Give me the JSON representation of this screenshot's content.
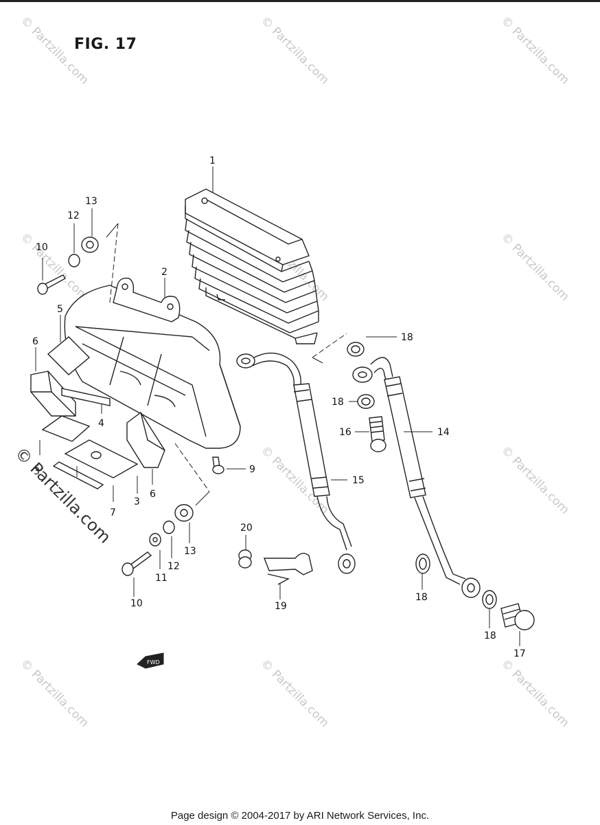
{
  "figure": {
    "title": "FIG. 17"
  },
  "watermarks": {
    "text": "© Partzilla.com",
    "side_text": "© Partzilla.com"
  },
  "fwd_label": "FWD",
  "callouts": {
    "c1": "1",
    "c2": "2",
    "c3a": "3",
    "c3b": "3",
    "c4": "4",
    "c5": "5",
    "c6a": "6",
    "c6b": "6",
    "c7": "7",
    "c9": "9",
    "c10a": "10",
    "c10b": "10",
    "c11": "11",
    "c12a": "12",
    "c12b": "12",
    "c13a": "13",
    "c13b": "13",
    "c14": "14",
    "c15": "15",
    "c16": "16",
    "c17": "17",
    "c18a": "18",
    "c18b": "18",
    "c18c": "18",
    "c18d": "18",
    "c19": "19",
    "c20": "20"
  },
  "footer": {
    "text": "Page design © 2004-2017 by ARI Network Services, Inc."
  },
  "colors": {
    "ink": "#1a1a1a",
    "watermark": "#c8c8c8",
    "background": "#ffffff"
  }
}
